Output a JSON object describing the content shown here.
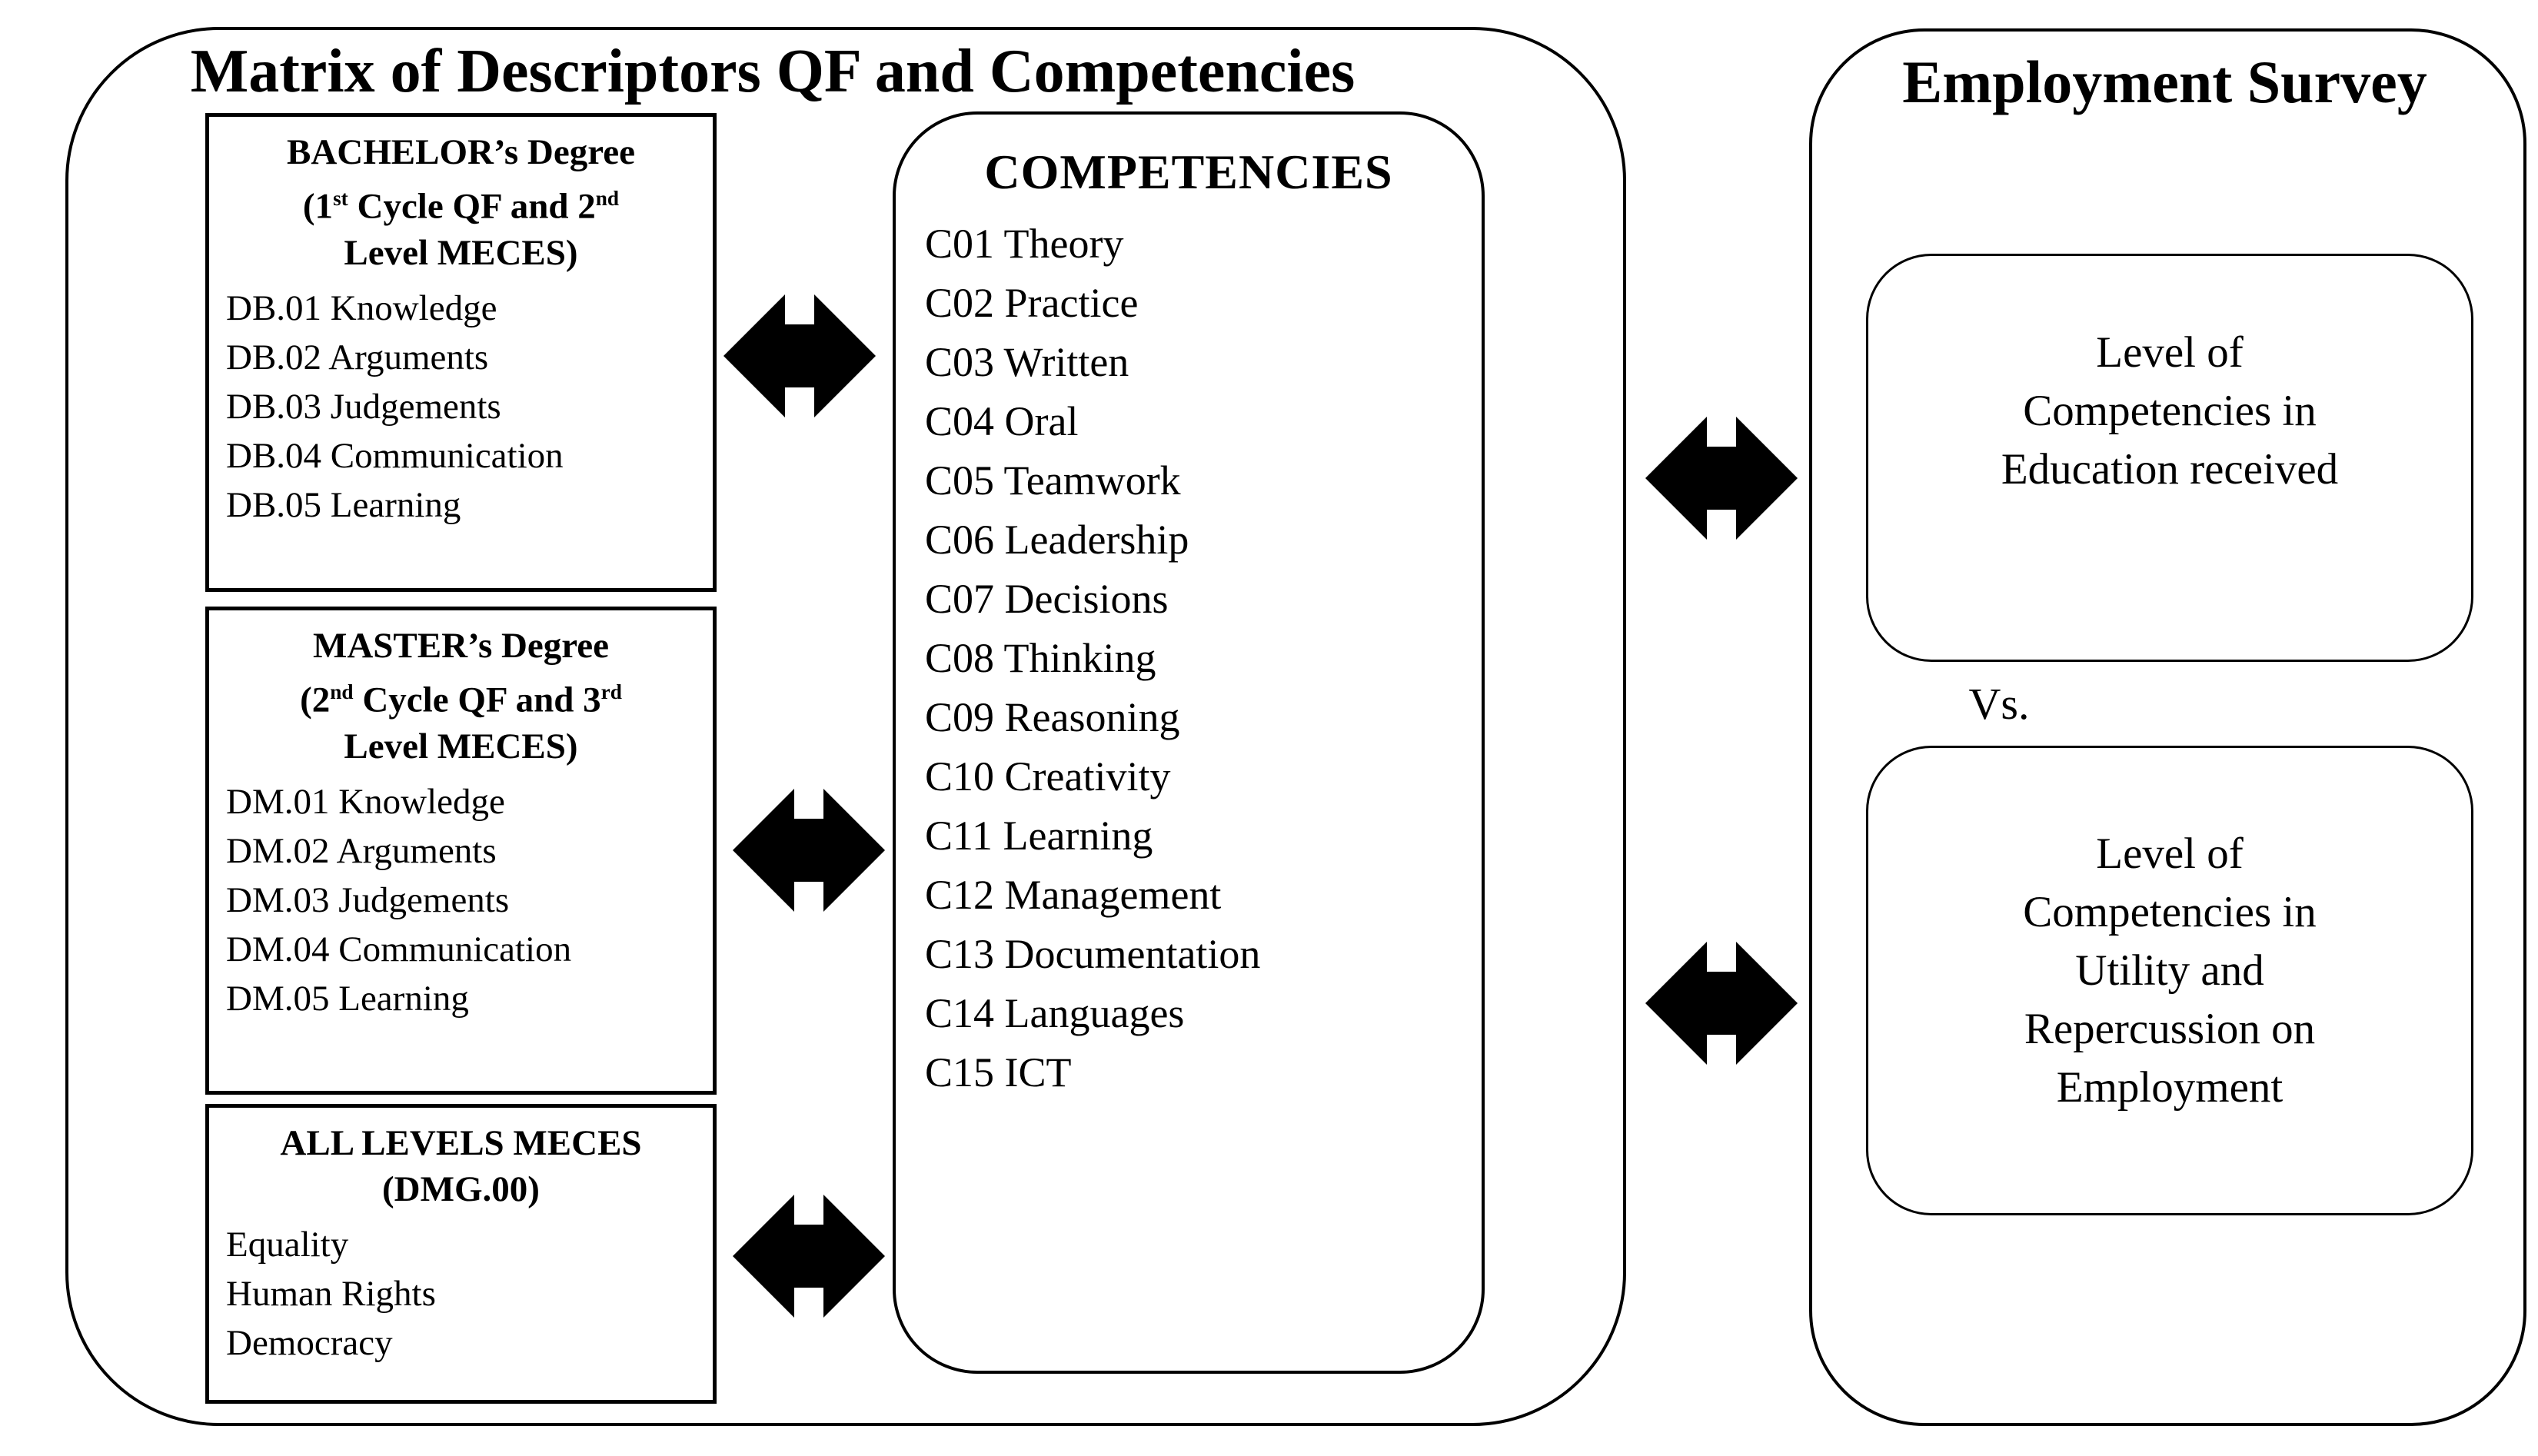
{
  "matrix_panel": {
    "title": "Matrix of Descriptors QF and Competencies",
    "bachelor_box": {
      "heading": "BACHELOR’s Degree",
      "cycle_a": "(1",
      "cycle_a_sup": "st",
      "cycle_b": " Cycle QF and 2",
      "cycle_b_sup": "nd",
      "cycle_end": "Level MECES)",
      "items": [
        "DB.01 Knowledge",
        "DB.02 Arguments",
        "DB.03 Judgements",
        "DB.04 Communication",
        "DB.05 Learning"
      ]
    },
    "master_box": {
      "heading": "MASTER’s Degree",
      "cycle_a": "(2",
      "cycle_a_sup": "nd",
      "cycle_b": " Cycle QF and 3",
      "cycle_b_sup": "rd",
      "cycle_end": "Level MECES)",
      "items": [
        "DM.01 Knowledge",
        "DM.02 Arguments",
        "DM.03 Judgements",
        "DM.04 Communication",
        "DM.05 Learning"
      ]
    },
    "all_levels_box": {
      "heading": "ALL LEVELS MECES",
      "subheading": "(DMG.00)",
      "items": [
        "Equality",
        "Human Rights",
        "Democracy"
      ]
    },
    "competencies_box": {
      "heading": "COMPETENCIES",
      "items": [
        "C01 Theory",
        "C02 Practice",
        "C03 Written",
        "C04 Oral",
        "C05 Teamwork",
        "C06 Leadership",
        "C07 Decisions",
        "C08 Thinking",
        "C09 Reasoning",
        "C10 Creativity",
        "C11 Learning",
        "C12 Management",
        "C13 Documentation",
        "C14 Languages",
        "C15 ICT"
      ]
    }
  },
  "employment_panel": {
    "title": "Employment Survey",
    "education_box_lines": [
      "Level of",
      "Competencies in",
      "Education received"
    ],
    "vs_label": "Vs.",
    "utility_box_lines": [
      "Level of",
      "Competencies in",
      "Utility and",
      "Repercussion on",
      "Employment"
    ]
  },
  "icons": {
    "connector": "double-headed-arrow"
  },
  "colors": {
    "stroke": "#000000",
    "background": "#ffffff",
    "text": "#000000"
  }
}
